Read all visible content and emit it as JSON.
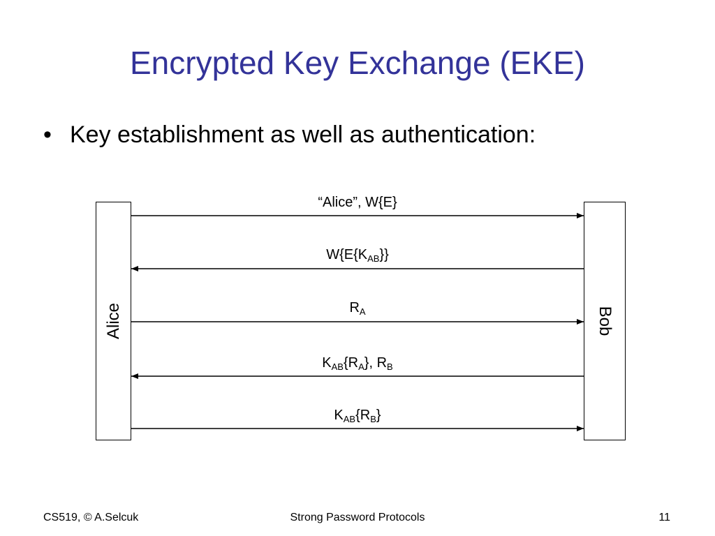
{
  "slide": {
    "title": "Encrypted Key Exchange (EKE)",
    "bullets": [
      {
        "marker": "•",
        "text": "Key establishment as well as authentication:"
      }
    ]
  },
  "diagram": {
    "left_party": "Alice",
    "right_party": "Bob",
    "messages": [
      {
        "direction": "to-right",
        "parts": [
          {
            "text": "“Alice”, W{E}"
          }
        ]
      },
      {
        "direction": "to-left",
        "parts": [
          {
            "text": "W{E{K"
          },
          {
            "sub": "AB"
          },
          {
            "text": "}}"
          }
        ]
      },
      {
        "direction": "to-right",
        "parts": [
          {
            "text": "R"
          },
          {
            "sub": "A"
          }
        ]
      },
      {
        "direction": "to-left",
        "parts": [
          {
            "text": "K"
          },
          {
            "sub": "AB"
          },
          {
            "text": "{R"
          },
          {
            "sub": "A"
          },
          {
            "text": "}, R"
          },
          {
            "sub": "B"
          }
        ]
      },
      {
        "direction": "to-right",
        "parts": [
          {
            "text": "K"
          },
          {
            "sub": "AB"
          },
          {
            "text": "{R"
          },
          {
            "sub": "B"
          },
          {
            "text": "}"
          }
        ]
      }
    ]
  },
  "footer": {
    "left": "CS519, © A.Selcuk",
    "center": "Strong Password Protocols",
    "right": "11"
  },
  "colors": {
    "title": "#333399",
    "text": "#000000",
    "background": "#ffffff"
  }
}
